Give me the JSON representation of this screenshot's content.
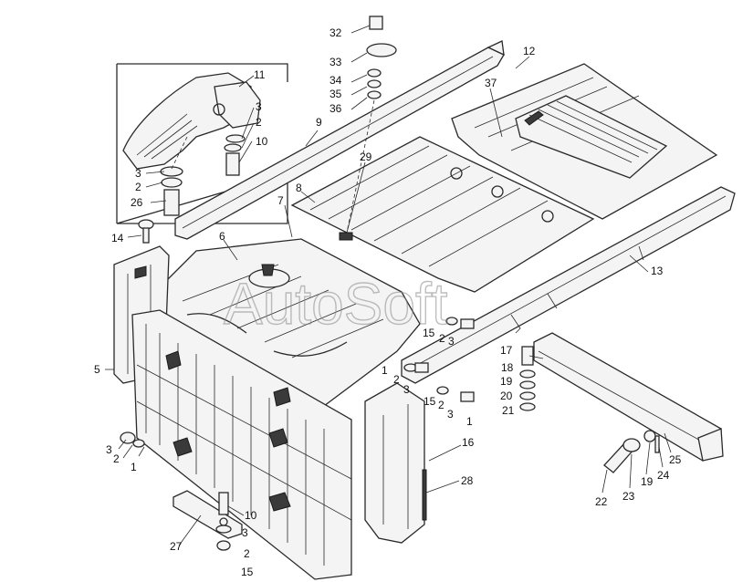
{
  "watermark": "AutoSoft",
  "callouts": {
    "c1a": "1",
    "c1b": "1",
    "c1c": "1",
    "c2a": "2",
    "c2b": "2",
    "c2c": "2",
    "c2d": "2",
    "c2e": "2",
    "c2f": "2",
    "c3a": "3",
    "c3b": "3",
    "c3c": "3",
    "c3d": "3",
    "c3e": "3",
    "c3f": "3",
    "c5": "5",
    "c6": "6",
    "c7": "7",
    "c8": "8",
    "c9": "9",
    "c10a": "10",
    "c10b": "10",
    "c11": "11",
    "c12": "12",
    "c13": "13",
    "c14": "14",
    "c15a": "15",
    "c15b": "15",
    "c15c": "15",
    "c16": "16",
    "c17": "17",
    "c18": "18",
    "c19a": "19",
    "c19b": "19",
    "c20": "20",
    "c21": "21",
    "c22": "22",
    "c23": "23",
    "c24": "24",
    "c25": "25",
    "c26": "26",
    "c27": "27",
    "c28": "28",
    "c29": "29",
    "c32": "32",
    "c33": "33",
    "c34": "34",
    "c35": "35",
    "c36": "36",
    "c37": "37"
  }
}
